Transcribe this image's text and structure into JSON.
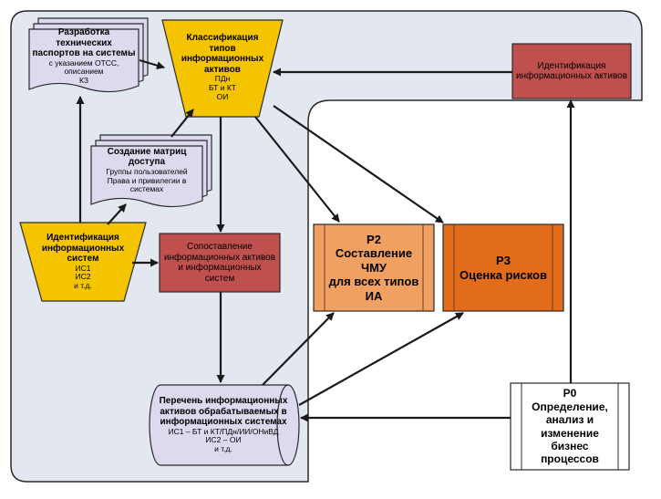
{
  "colors": {
    "panel_bg": "#e3e7f0",
    "yellow": "#f5c400",
    "dark_red": "#c0504d",
    "orange_light": "#f0a060",
    "orange_dark": "#e36c1a",
    "lavender": "#ddd9ee",
    "arrow": "#1a1a1a"
  },
  "nodes": {
    "tech_passports": {
      "title": [
        "Разработка технических",
        "паспортов на системы"
      ],
      "details": [
        "с указанием ОТСС, описанием",
        "КЗ"
      ]
    },
    "classification": {
      "title": [
        "Классификация",
        "типов",
        "информационных",
        "активов"
      ],
      "details": [
        "ПДн",
        "БТ и КТ",
        "ОИ"
      ]
    },
    "identification_assets": {
      "title": [
        "Идентификация",
        "информационных активов"
      ]
    },
    "access_matrix": {
      "title": [
        "Создание матриц доступа"
      ],
      "details": [
        "Группы пользователей",
        "Права и привилегии в системах"
      ]
    },
    "identification_systems": {
      "title": [
        "Идентификация",
        "информационных",
        "систем"
      ],
      "details": [
        "ИС1",
        "ИС2",
        "и т.д."
      ]
    },
    "matching": {
      "title": [
        "Сопоставление",
        "информационных активов",
        "и информационных",
        "систем"
      ]
    },
    "p2": {
      "title": [
        "P2",
        "Составление ЧМУ",
        "для всех типов ИА"
      ]
    },
    "p3": {
      "title": [
        "P3",
        "Оценка рисков"
      ]
    },
    "p0": {
      "title": [
        "P0",
        "Определение,",
        "анализ и",
        "изменение бизнес",
        "процессов"
      ]
    },
    "asset_list": {
      "title": [
        "Перечень информационных",
        "активов обрабатываемых в",
        "информационных системах"
      ],
      "details": [
        "ИС1 – БТ и КТ/ПДн/ИИ/ОНиВД",
        "ИС2 – ОИ",
        "и т.д."
      ]
    }
  }
}
